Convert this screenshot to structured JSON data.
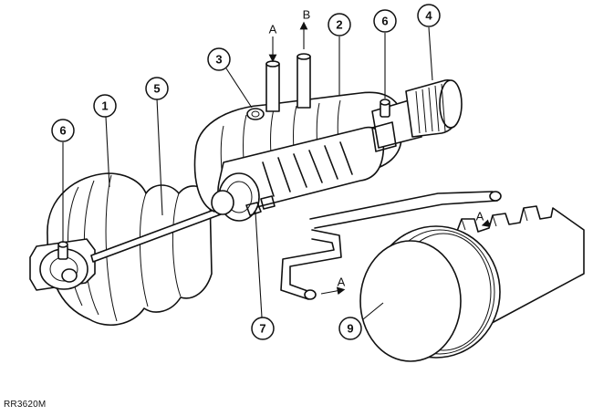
{
  "figure": {
    "reference_code": "RR3620M",
    "callouts": [
      {
        "id": "c1",
        "label": "1"
      },
      {
        "id": "c2",
        "label": "2"
      },
      {
        "id": "c3",
        "label": "3"
      },
      {
        "id": "c4",
        "label": "4"
      },
      {
        "id": "c5",
        "label": "5"
      },
      {
        "id": "c6a",
        "label": "6"
      },
      {
        "id": "c6b",
        "label": "6"
      },
      {
        "id": "c7",
        "label": "7"
      },
      {
        "id": "c9",
        "label": "9"
      }
    ],
    "flow_labels": [
      {
        "id": "inlet",
        "label": "A"
      },
      {
        "id": "outlet",
        "label": "B"
      },
      {
        "id": "pipe-lower",
        "label": "A"
      },
      {
        "id": "pipe-upper",
        "label": "A"
      }
    ]
  }
}
